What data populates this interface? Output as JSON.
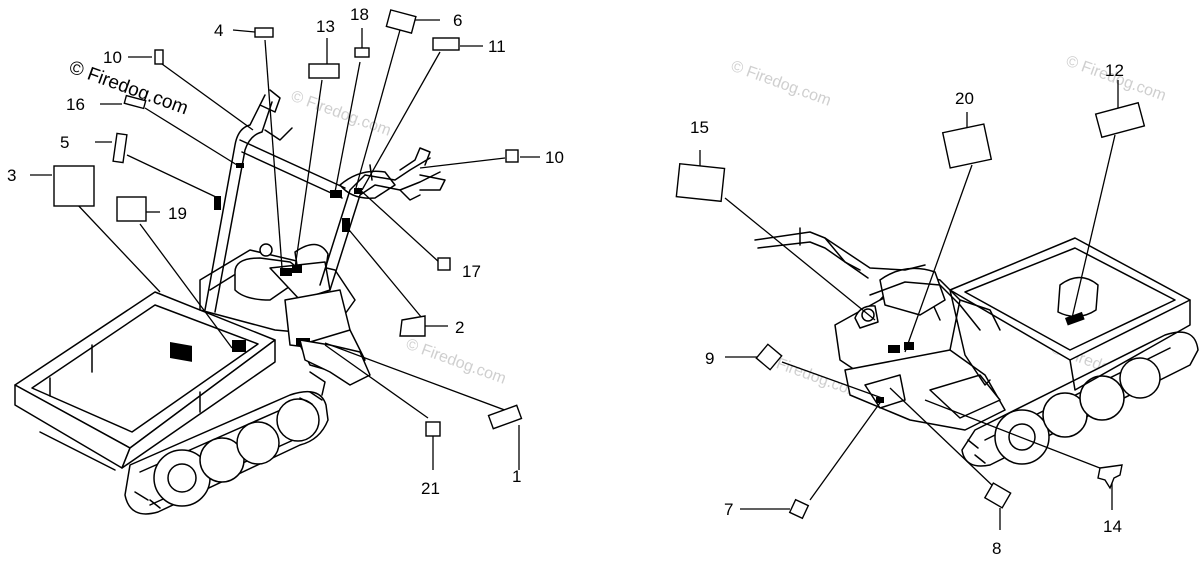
{
  "watermarks": {
    "main": "© Firedog.com",
    "faint": "© Firedog.com"
  },
  "callouts": {
    "c1": "1",
    "c2": "2",
    "c3": "3",
    "c4": "4",
    "c5": "5",
    "c6": "6",
    "c7": "7",
    "c8": "8",
    "c9": "9",
    "c10a": "10",
    "c10b": "10",
    "c11": "11",
    "c12": "12",
    "c13": "13",
    "c14": "14",
    "c15": "15",
    "c16": "16",
    "c17": "17",
    "c18": "18",
    "c19": "19",
    "c20": "20",
    "c21": "21"
  }
}
